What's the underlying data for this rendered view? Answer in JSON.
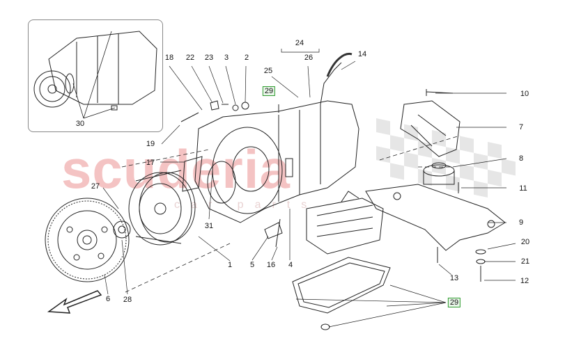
{
  "watermark": {
    "brand": "scuderia",
    "sub": "car parts"
  },
  "colors": {
    "line": "#222222",
    "highlight": "#2e9a2e",
    "watermark": "#f4c3c3"
  },
  "labels": {
    "n1": "1",
    "n2": "2",
    "n3": "3",
    "n4": "4",
    "n5": "5",
    "n6": "6",
    "n7": "7",
    "n8": "8",
    "n9": "9",
    "n10": "10",
    "n11": "11",
    "n12": "12",
    "n13": "13",
    "n14": "14",
    "n16": "16",
    "n17": "17",
    "n18": "18",
    "n19": "19",
    "n20": "20",
    "n21": "21",
    "n22": "22",
    "n23": "23",
    "n24": "24",
    "n25": "25",
    "n26": "26",
    "n27": "27",
    "n28": "28",
    "n29a": "29",
    "n29b": "29",
    "n30": "30",
    "n31": "31"
  },
  "direction_arrow": "front-arrow-icon"
}
